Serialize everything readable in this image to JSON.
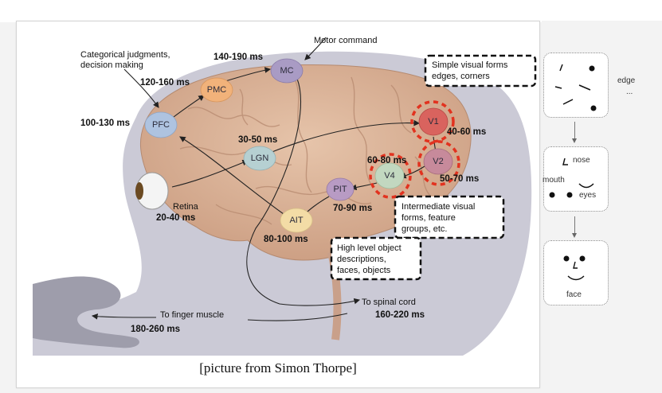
{
  "caption": "[picture from Simon Thorpe]",
  "nodes": {
    "pfc": "PFC",
    "pmc": "PMC",
    "mc": "MC",
    "lgn": "LGN",
    "v1": "V1",
    "v2": "V2",
    "v4": "V4",
    "pit": "PIT",
    "ait": "AIT"
  },
  "times": {
    "pfc": "100-130 ms",
    "pmc": "120-160 ms",
    "mc": "140-190 ms",
    "lgn": "30-50 ms",
    "v1": "40-60 ms",
    "v4": "60-80 ms",
    "v2": "50-70 ms",
    "pit": "70-90 ms",
    "ait": "80-100 ms",
    "retina": "20-40 ms",
    "finger": "180-260 ms",
    "spinal": "160-220 ms"
  },
  "notes": {
    "categorical_1": "Categorical judgments,",
    "categorical_2": "decision making",
    "motor": "Motor command",
    "retina": "Retina",
    "finger": "To finger muscle",
    "spinal": "To spinal cord"
  },
  "callouts": {
    "simple_1": "Simple visual forms",
    "simple_2": "edges, corners",
    "intermediate_1": "Intermediate visual",
    "intermediate_2": "forms, feature",
    "intermediate_3": "groups, etc.",
    "high_1": "High level object",
    "high_2": "descriptions,",
    "high_3": "faces, objects"
  },
  "sidebar": {
    "edges_label": "edge",
    "edges_label_2": "...",
    "nose": "nose",
    "mouth": "mouth",
    "eyes": "eyes",
    "face": "face"
  },
  "colors": {
    "brain": "#d9b39a",
    "head": "#c8c7d4",
    "highlight": "#e2321f",
    "pfc": "#aec3e0",
    "pmc": "#f1b27a",
    "mc": "#a99bc4",
    "lgn": "#b6d0d2",
    "v1": "#d9635e",
    "v2": "#c78a9b",
    "v4": "#c2d8c0",
    "pit": "#b89bc4",
    "ait": "#f3dca6"
  }
}
